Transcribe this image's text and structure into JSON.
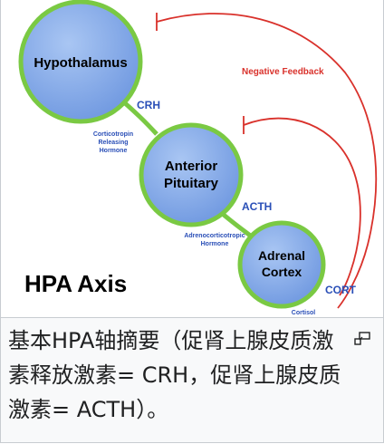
{
  "diagram": {
    "nodes": {
      "hypothalamus": "Hypothalamus",
      "anterior_line1": "Anterior",
      "anterior_line2": "Pituitary",
      "adrenal_line1": "Adrenal",
      "adrenal_line2": "Cortex"
    },
    "hormones": {
      "crh": "CRH",
      "crh_desc_1": "Corticotropin",
      "crh_desc_2": "Releasing",
      "crh_desc_3": "Hormone",
      "acth": "ACTH",
      "acth_desc_1": "Adrenocorticotropic",
      "acth_desc_2": "Hormone",
      "cort": "CORT",
      "cort_desc": "Cortisol"
    },
    "negative_feedback": "Negative Feedback",
    "axis_title": "HPA Axis"
  },
  "caption": {
    "text": "基本HPA轴摘要（促肾上腺皮质激素释放激素= CRH，促肾上腺皮质激素= ACTH）。"
  },
  "icons": {
    "magnify": "magnify-clip-icon"
  },
  "colors": {
    "circle_fill": "#7fa6e6",
    "circle_border": "#7ac943",
    "hormone_label": "#2a4fb7",
    "feedback": "#d9312b",
    "caption_text": "#202122"
  }
}
